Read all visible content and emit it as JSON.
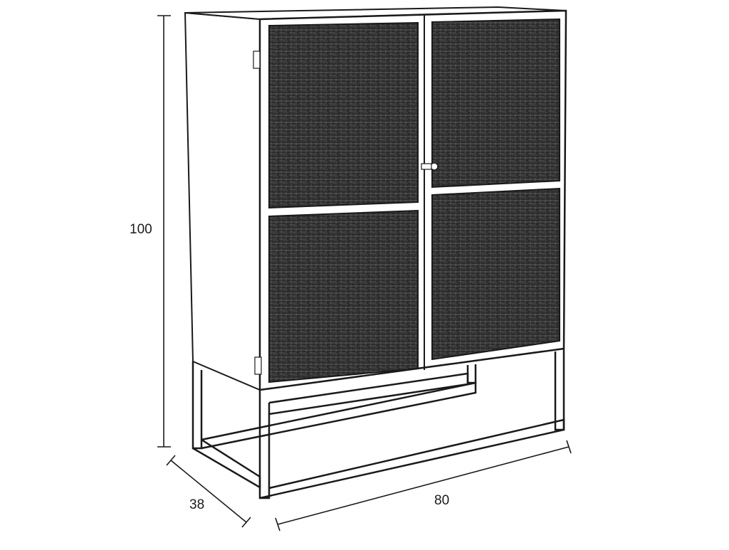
{
  "dimensions": {
    "height": "100",
    "depth": "38",
    "width": "80"
  },
  "colors": {
    "line": "#1a1a1a",
    "panel_fill": "#2b2b2b",
    "panel_texture": "#d9d9d9",
    "background": "#ffffff"
  }
}
